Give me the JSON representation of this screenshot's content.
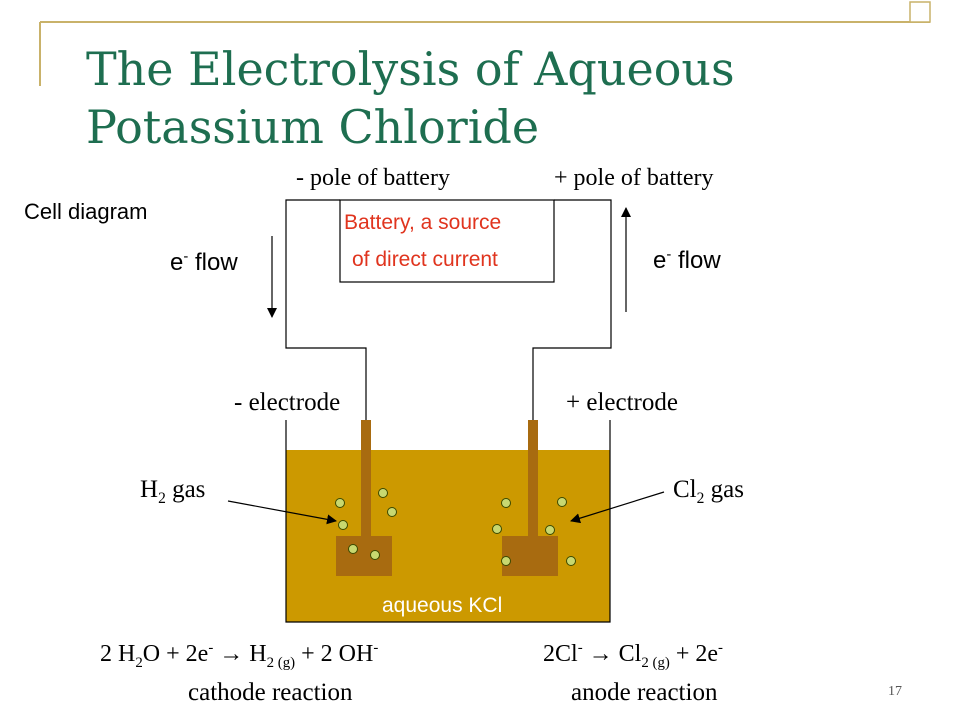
{
  "title": {
    "line1": "The Electrolysis of Aqueous",
    "line2": "Potassium Chloride"
  },
  "labels": {
    "neg_pole": "- pole of battery",
    "pos_pole": "+ pole of battery",
    "cell_diagram": "Cell diagram",
    "battery_line1": "Battery, a source",
    "battery_line2": "of direct current",
    "e_flow_symbol": "e",
    "e_flow_charge": "-",
    "e_flow_word": " flow",
    "neg_electrode": "- electrode",
    "pos_electrode": "+ electrode",
    "h2_gas": {
      "symbol": "H",
      "sub": "2",
      "word": " gas"
    },
    "cl2_gas": {
      "symbol": "Cl",
      "sub": "2",
      "word": " gas"
    },
    "solution": "aqueous KCl"
  },
  "cathode": {
    "eq": [
      "2 H",
      "2",
      "O + 2e",
      "-",
      " → H",
      "2 (g)",
      "  + 2 OH",
      "-"
    ],
    "name": "cathode reaction"
  },
  "anode": {
    "eq": [
      "2Cl",
      "-",
      " → Cl",
      "2 (g)",
      " + 2e",
      "-"
    ],
    "name": "anode reaction"
  },
  "page_number": "17",
  "colors": {
    "title": "#1e6e50",
    "battery_text": "#e0341e",
    "solution": "#cc9900",
    "electrode": "#a86b10",
    "bubble": "#c8d870",
    "frame": "#c9b26a"
  }
}
